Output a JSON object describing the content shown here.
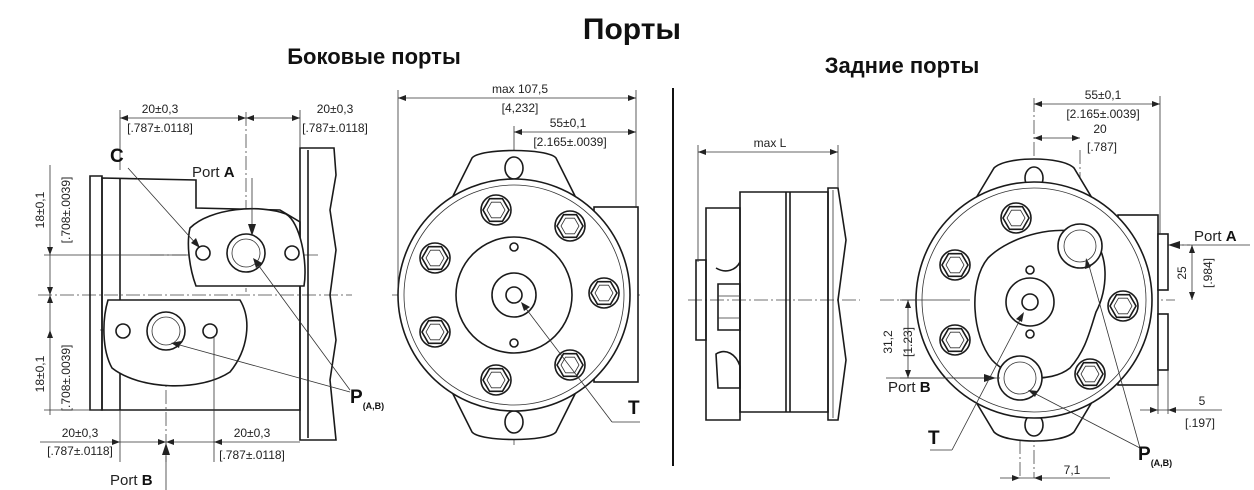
{
  "title": "Порты",
  "side_view": {
    "title": "Боковые порты",
    "label_c": "C",
    "port_a": "Port ",
    "port_a_letter": "A",
    "port_b": "Port ",
    "port_b_letter": "B",
    "p_label": "P",
    "p_sub": "(A,B)",
    "dim_top_left": "20±0,3",
    "dim_top_left_in": "[.787±.0118]",
    "dim_top_right": "20±0,3",
    "dim_top_right_in": "[.787±.0118]",
    "dim_bot_left": "20±0,3",
    "dim_bot_left_in": "[.787±.0118]",
    "dim_bot_right": "20±0,3",
    "dim_bot_right_in": "[.787±.0118]",
    "dim_v_top": "18±0,1",
    "dim_v_top_in": "[.708±.0039]",
    "dim_v_bot": "18±0,1",
    "dim_v_bot_in": "[.708±.0039]"
  },
  "front_view": {
    "dim_max": "max 107,5",
    "dim_max_in": "[4,232]",
    "dim_55": "55±0,1",
    "dim_55_in": "[2.165±.0039]",
    "t_label": "T"
  },
  "rear_side_view": {
    "dim_max_l": "max L"
  },
  "rear_view": {
    "title": "Задние порты",
    "dim_55": "55±0,1",
    "dim_55_in": "[2.165±.0039]",
    "dim_20": "20",
    "dim_20_in": "[.787]",
    "dim_25": "25",
    "dim_25_in": "[.984]",
    "dim_31": "31,2",
    "dim_31_in": "[1.23]",
    "dim_5": "5",
    "dim_5_in": "[.197]",
    "dim_71": "7,1",
    "port_a": "Port ",
    "port_a_letter": "A",
    "port_b": "Port ",
    "port_b_letter": "B",
    "t_label": "T",
    "p_label": "P",
    "p_sub": "(A,B)"
  }
}
